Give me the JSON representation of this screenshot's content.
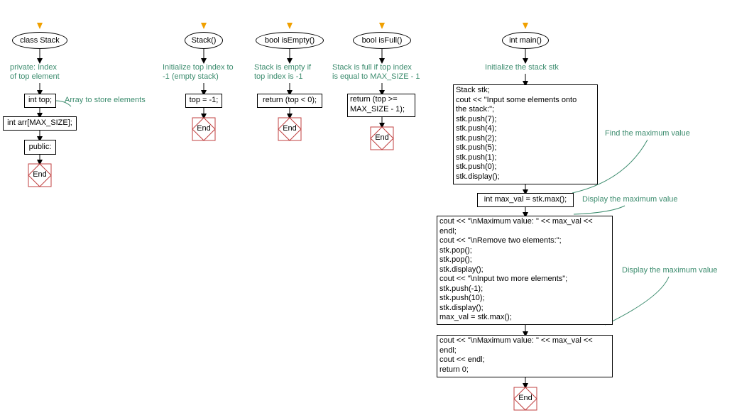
{
  "flowcharts": {
    "class_stack": {
      "start": "class Stack",
      "private_note": "private: Index\nof top element",
      "field_top": "int top;",
      "array_note": "Array to store elements",
      "field_arr": "int arr[MAX_SIZE];",
      "public_label": "public:",
      "end": "End"
    },
    "constructor": {
      "start": "Stack()",
      "note": "Initialize top index to\n-1 (empty stack)",
      "statement": "top = -1;",
      "end": "End"
    },
    "is_empty": {
      "start": "bool isEmpty()",
      "note": "Stack is empty if\ntop index is -1",
      "statement": "return (top < 0);",
      "end": "End"
    },
    "is_full": {
      "start": "bool isFull()",
      "note": "Stack is full if top index\nis equal to MAX_SIZE - 1",
      "statement": "return (top >=\nMAX_SIZE - 1);",
      "end": "End"
    },
    "main": {
      "start": "int main()",
      "init_note": "Initialize the stack stk",
      "block1": "Stack stk;\ncout << \"Input some elements onto\nthe stack:\";\nstk.push(7);\nstk.push(4);\nstk.push(2);\nstk.push(5);\nstk.push(1);\nstk.push(0);\nstk.display();",
      "find_max_note": "Find the maximum value",
      "max_stmt": "int max_val = stk.max();",
      "display_max_note_1": "Display the maximum value",
      "block2": "cout << \"\\nMaximum value: \" << max_val <<\nendl;\ncout << \"\\nRemove two elements:\";\nstk.pop();\nstk.pop();\nstk.display();\ncout << \"\\nInput two more elements\";\nstk.push(-1);\nstk.push(10);\nstk.display();\nmax_val = stk.max();",
      "display_max_note_2": "Display the maximum value",
      "block3": "cout << \"\\nMaximum value: \" << max_val <<\nendl;\ncout << endl;\nreturn 0;",
      "end": "End"
    }
  },
  "colors": {
    "start_arrow": "#f0a000",
    "note_text": "#3c8c6e",
    "note_line": "#3c8c6e",
    "end_diamond": "#c04040",
    "connector": "#000000"
  }
}
